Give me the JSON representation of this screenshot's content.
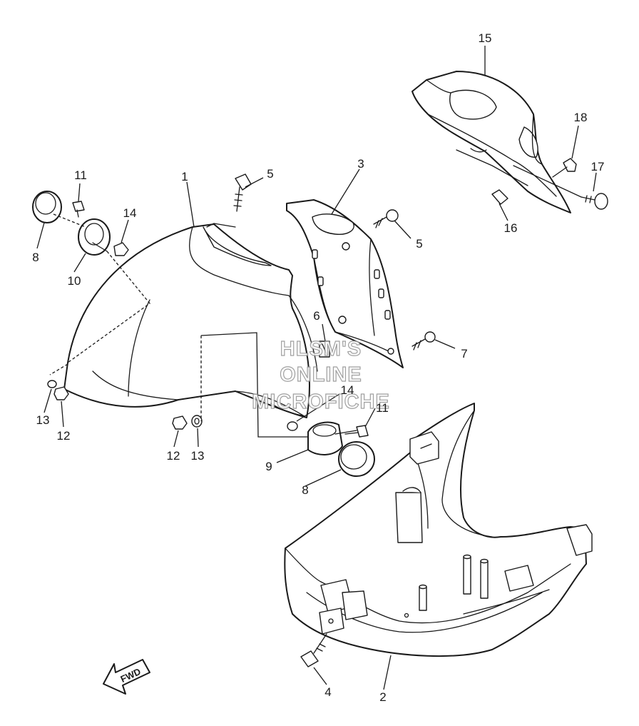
{
  "watermark": {
    "line1": "HLSM'S",
    "line2": "ONLINE",
    "line3": "MICROFICHE"
  },
  "direction_label": "FWD",
  "callouts": {
    "c1": "1",
    "c2": "2",
    "c3": "3",
    "c4": "4",
    "c5a": "5",
    "c5b": "5",
    "c6": "6",
    "c7": "7",
    "c8a": "8",
    "c8b": "8",
    "c9": "9",
    "c10": "10",
    "c11a": "11",
    "c11b": "11",
    "c12a": "12",
    "c12b": "12",
    "c13a": "13",
    "c13b": "13",
    "c14a": "14",
    "c14b": "14",
    "c15": "15",
    "c16": "16",
    "c17": "17",
    "c18": "18"
  }
}
